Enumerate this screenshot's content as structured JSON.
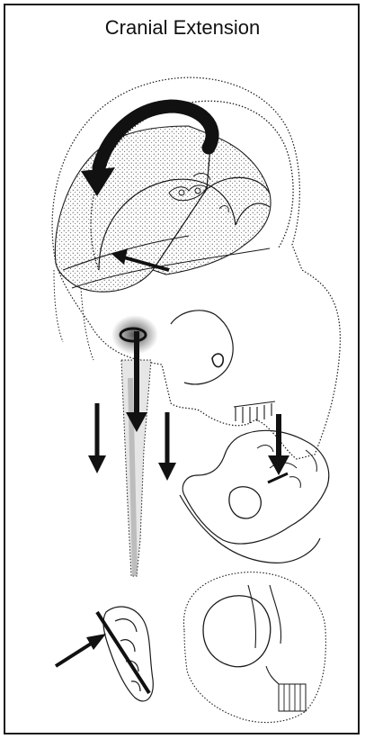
{
  "title": "Cranial Extension",
  "colors": {
    "ink": "#1a1a1a",
    "frame": "#1a1a1a",
    "shade": "#8c8c8c",
    "paper": "#ffffff"
  },
  "icons": [
    "curved-rotation-arrow",
    "downward-arrow",
    "diagonal-arrow"
  ]
}
